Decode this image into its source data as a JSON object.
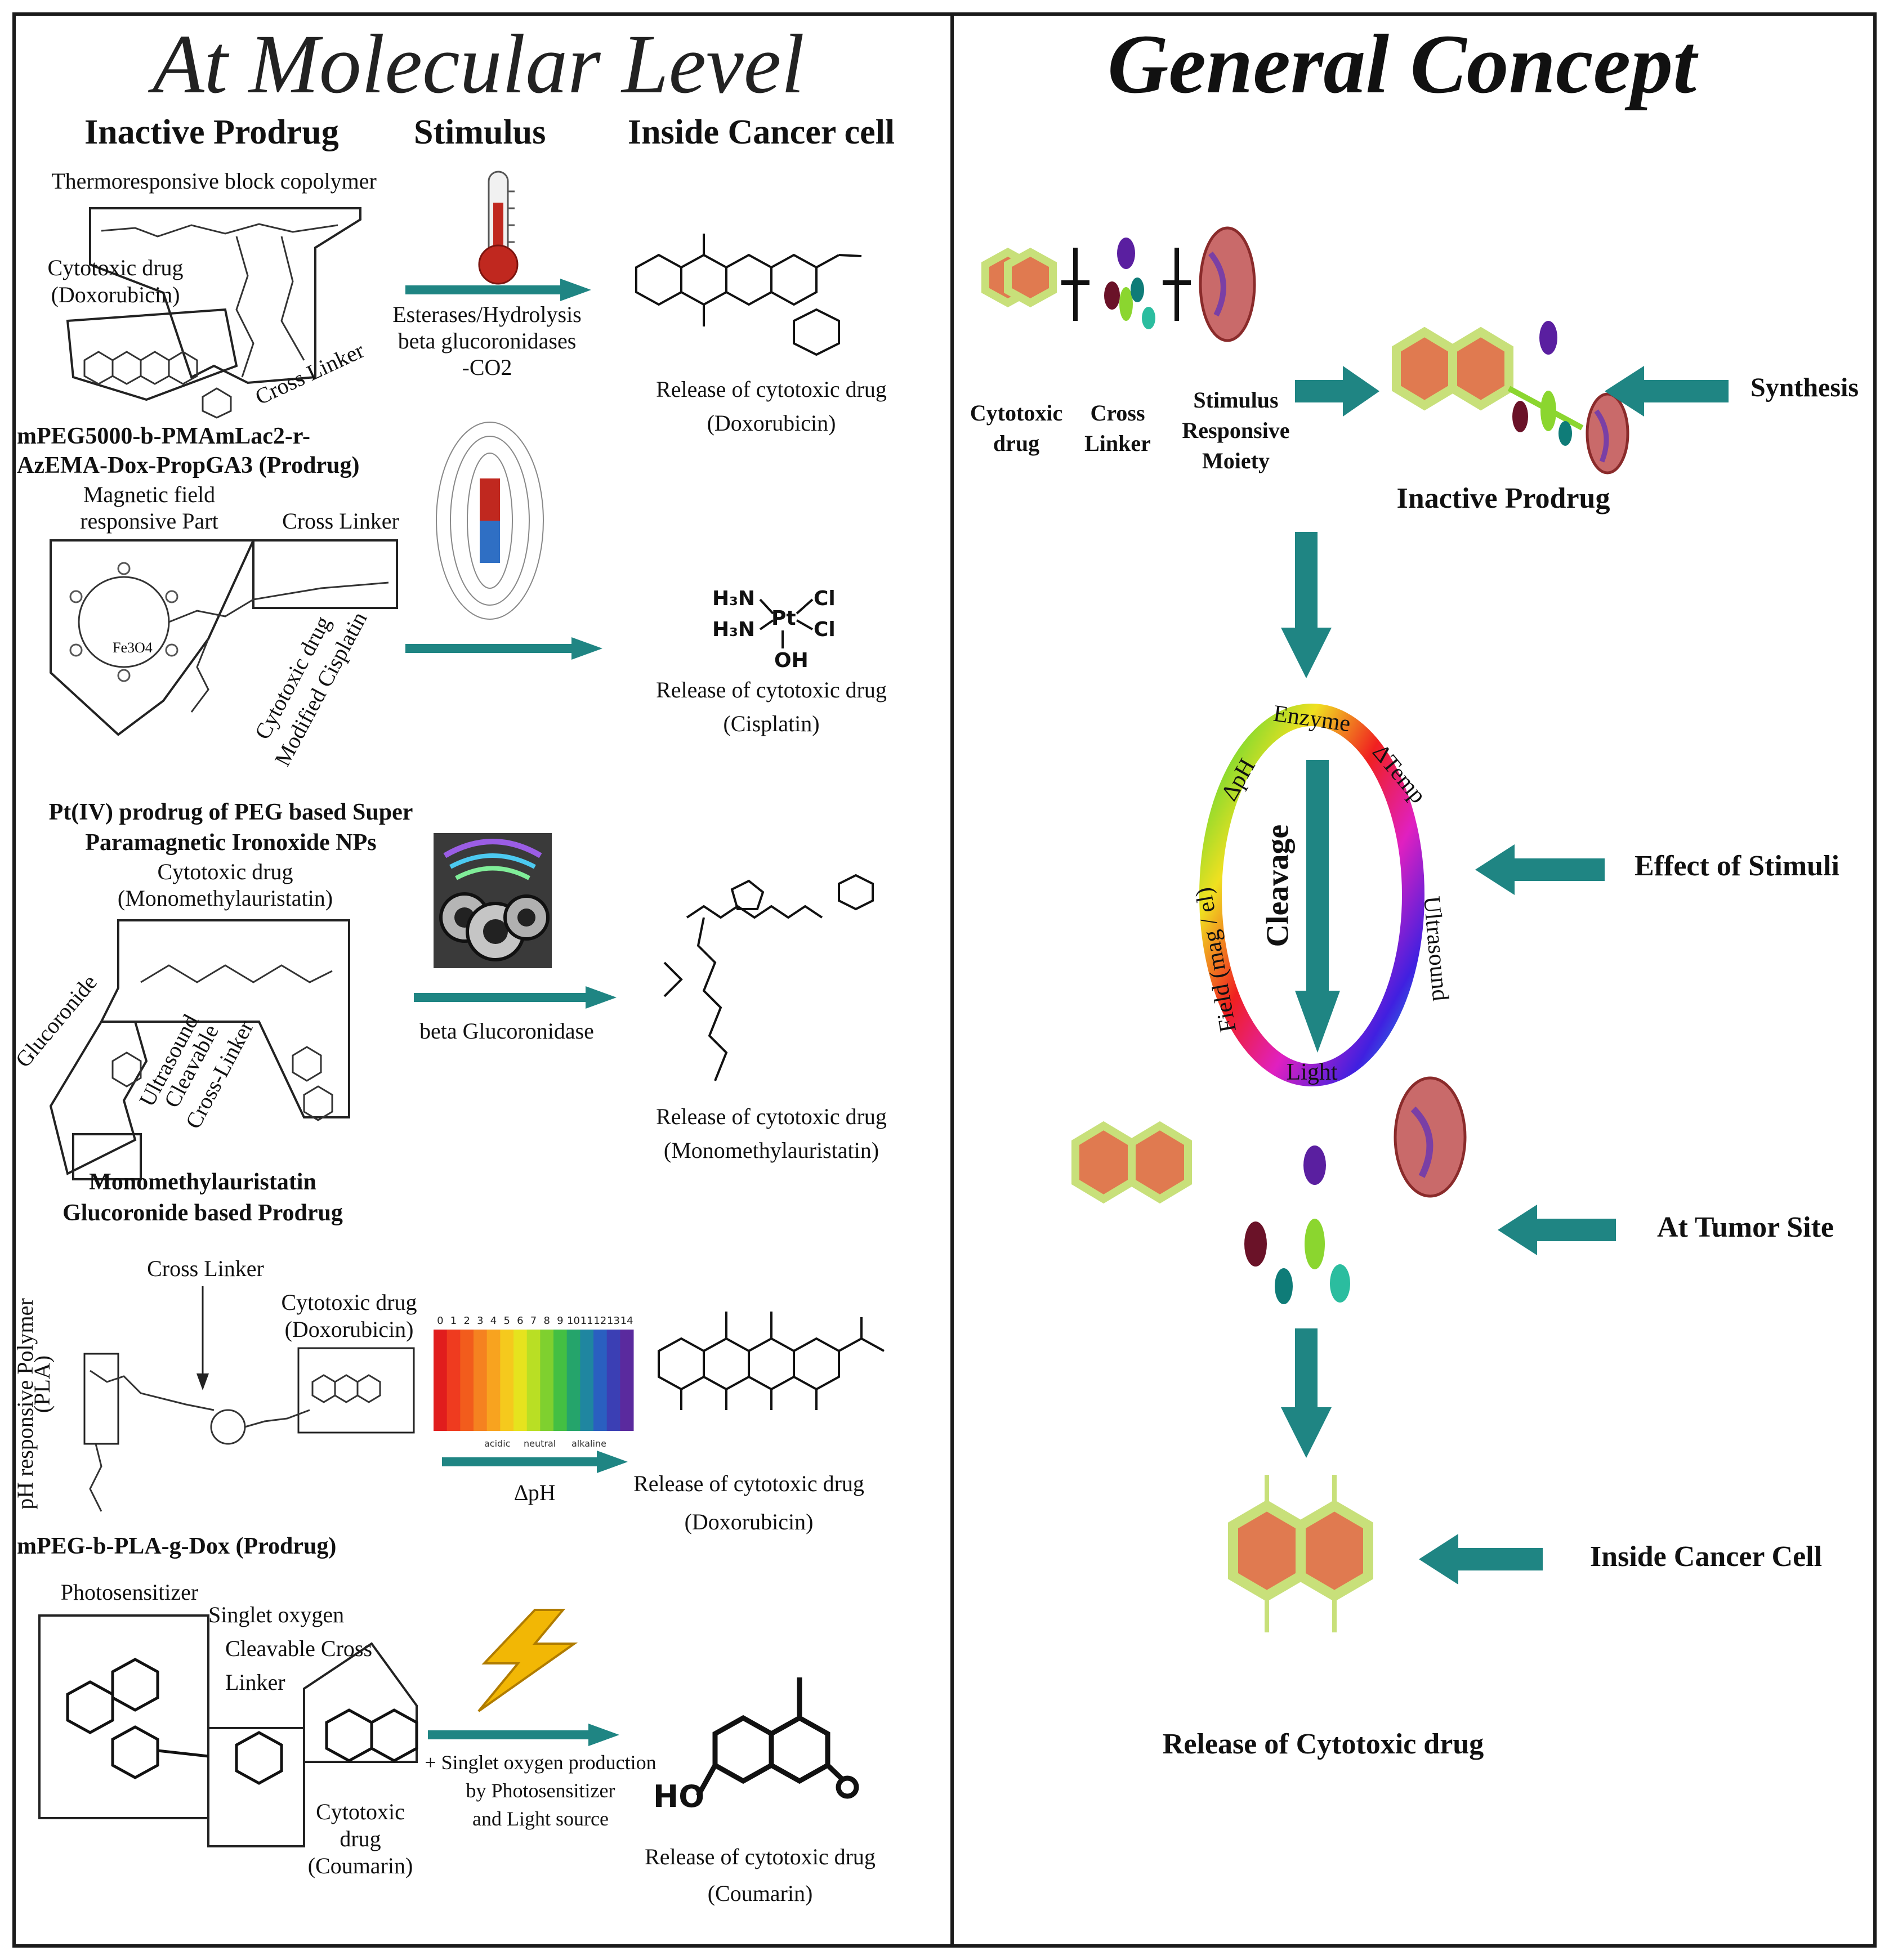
{
  "left_panel": {
    "title": "At Molecular Level",
    "headers": {
      "prodrug": "Inactive Prodrug",
      "stimulus": "Stimulus",
      "cancer_cell": "Inside Cancer cell"
    },
    "row1": {
      "polymer_label": "Thermoresponsive block copolymer",
      "drug_label_1": "Cytotoxic drug",
      "drug_label_2": "(Doxorubicin)",
      "linker_label": "Cross Linker",
      "stimulus_1": "Esterases/Hydrolysis",
      "stimulus_2": "beta glucoronidases",
      "stimulus_3": "-CO2",
      "release_1": "Release of cytotoxic drug",
      "release_2": "(Doxorubicin)",
      "prodrug_name_1": "mPEG5000-b-PMAmLac2-r-",
      "prodrug_name_2": "AzEMA-Dox-PropGA3 (Prodrug)"
    },
    "row2": {
      "magnetic_1": "Magnetic field",
      "magnetic_2": "responsive Part",
      "linker_label": "Cross Linker",
      "core_label": "Fe3O4",
      "drug_rot_1": "Cytotoxic drug",
      "drug_rot_2": "Modified Cisplatin",
      "release_1": "Release of cytotoxic drug",
      "release_2": "(Cisplatin)",
      "prodrug_name_1": "Pt(IV) prodrug of PEG based Super",
      "prodrug_name_2": "Paramagnetic Ironoxide NPs"
    },
    "row3": {
      "drug_1": "Cytotoxic drug",
      "drug_2": "(Monomethylauristatin)",
      "glucoronide": "Glucoronide",
      "us_1": "Ultrasound",
      "us_2": "Cleavable",
      "us_3": "Cross-Linker",
      "stimulus": "beta Glucoronidase",
      "release_1": "Release of cytotoxic drug",
      "release_2": "(Monomethylauristatin)",
      "prodrug_name_1": "Monomethylauristatin",
      "prodrug_name_2": "Glucoronide based Prodrug"
    },
    "row4": {
      "linker_label": "Cross Linker",
      "drug_1": "Cytotoxic drug",
      "drug_2": "(Doxorubicin)",
      "ph_polymer_1": "pH responsive Polymer",
      "ph_polymer_2": "(PLA)",
      "ph_scale": [
        "0",
        "1",
        "2",
        "3",
        "4",
        "5",
        "6",
        "7",
        "8",
        "9",
        "10",
        "11",
        "12",
        "13",
        "14"
      ],
      "ph_words": [
        "acidic",
        "neutral",
        "alkaline"
      ],
      "stimulus": "∆pH",
      "release_1": "Release of cytotoxic drug",
      "release_2": "(Doxorubicin)",
      "prodrug_name": "mPEG-b-PLA-g-Dox (Prodrug)"
    },
    "row5": {
      "photosensitizer": "Photosensitizer",
      "singlet_1": "Singlet oxygen",
      "singlet_2": "Cleavable Cross",
      "singlet_3": "Linker",
      "drug_1": "Cytotoxic",
      "drug_2": "drug",
      "drug_3": "(Coumarin)",
      "stimulus_1": "+ Singlet oxygen production",
      "stimulus_2": "by Photosensitizer",
      "stimulus_3": "and Light source",
      "release_1": "Release of cytotoxic drug",
      "release_2": "(Coumarin)"
    }
  },
  "right_panel": {
    "title": "General Concept",
    "components": {
      "drug_1": "Cytotoxic",
      "drug_2": "drug",
      "linker_1": "Cross",
      "linker_2": "Linker",
      "stim_1": "Stimulus",
      "stim_2": "Responsive",
      "stim_3": "Moiety"
    },
    "synthesis": "Synthesis",
    "inactive_prodrug": "Inactive Prodrug",
    "ring_labels": {
      "enzyme": "Enzyme",
      "temp": "∆Temp",
      "ultrasound": "Ultrasound",
      "light": "Light",
      "field": "Field (mag / el)",
      "ph": "∆pH"
    },
    "cleavage": "Cleavage",
    "effect_of_stimuli": "Effect of Stimuli",
    "at_tumor_site": "At Tumor Site",
    "inside_cancer_cell": "Inside Cancer Cell",
    "release": "Release of Cytotoxic drug"
  },
  "colors": {
    "arrow": "#1f8583",
    "frame": "#1a1a1a",
    "hexagon_core": "#e07a50",
    "hexagon_rim": "#c8e07a"
  }
}
